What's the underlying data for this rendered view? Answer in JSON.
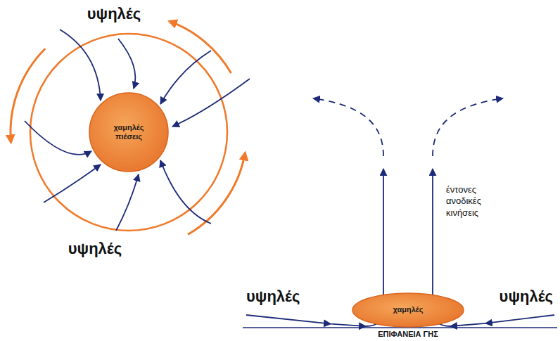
{
  "diagram": {
    "nodes": [
      {
        "text": [
          "χαμηλές πιέσεις"
        ]
      },
      {
        "text": [
          "χαμηλές"
        ]
      }
    ],
    "labels": [
      "υψηλές",
      "υψηλές",
      "υψηλές",
      "υψηλές",
      "έντονες ανοδικές κινήσεις",
      "ΕΠΙΦΑΝΕΙΑ ΓΗΣ"
    ]
  }
}
